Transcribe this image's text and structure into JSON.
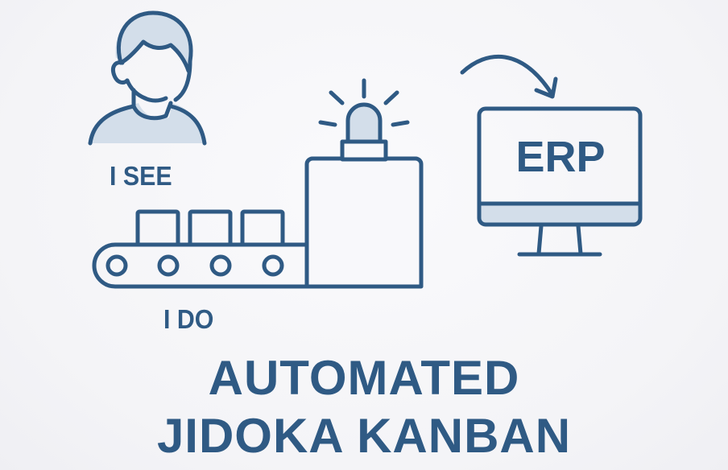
{
  "labels": {
    "see": "I SEE",
    "do": "I DO"
  },
  "monitor": {
    "text": "ERP"
  },
  "title": {
    "line1": "AUTOMATED",
    "line2": "JIDOKA KANBAN"
  },
  "icons": {
    "person": "person-icon",
    "conveyor": "conveyor-belt-icon",
    "andon_light": "andon-light-icon",
    "machine": "machine-box-icon",
    "arrow": "curved-arrow-icon",
    "computer": "computer-monitor-icon"
  },
  "colors": {
    "stroke": "#2f5a84",
    "fill_light": "#d3deea",
    "background": "#f6f6f9"
  }
}
